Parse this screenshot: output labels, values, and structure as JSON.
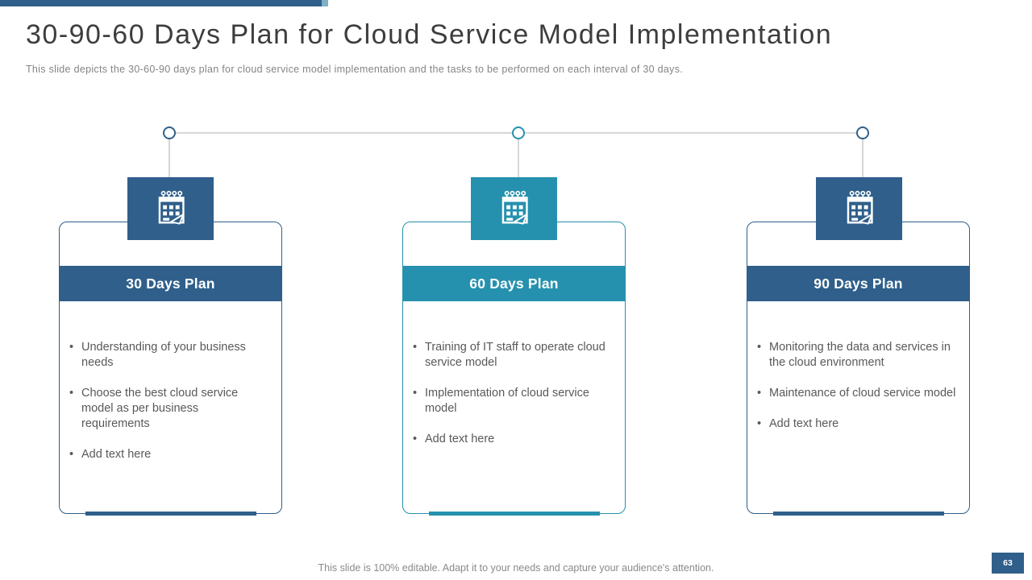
{
  "colors": {
    "dark_blue": "#2F5F8A",
    "teal": "#2591AE",
    "timeline_gray": "#D6D6D6"
  },
  "header": {
    "title": "30-90-60 Days Plan for Cloud Service Model Implementation",
    "subtitle": "This slide depicts the 30-60-90 days plan for cloud service model implementation and the tasks to be performed on each interval of 30 days."
  },
  "icons": {
    "calendar": "calendar-icon"
  },
  "cards": [
    {
      "header": "30 Days Plan",
      "theme": "blue",
      "bullets": [
        "Understanding of your business needs",
        "Choose the best cloud service model as per business requirements",
        "Add text here"
      ]
    },
    {
      "header": "60 Days Plan",
      "theme": "teal",
      "bullets": [
        "Training of IT staff to operate cloud service model",
        "Implementation of cloud service model",
        "Add text here"
      ]
    },
    {
      "header": "90 Days Plan",
      "theme": "blue",
      "bullets": [
        "Monitoring the data and services in the cloud environment",
        "Maintenance of cloud service model",
        "Add text here"
      ]
    }
  ],
  "footer": {
    "note": "This slide is 100% editable. Adapt it to your needs and capture your audience's attention.",
    "page_number": "63"
  }
}
